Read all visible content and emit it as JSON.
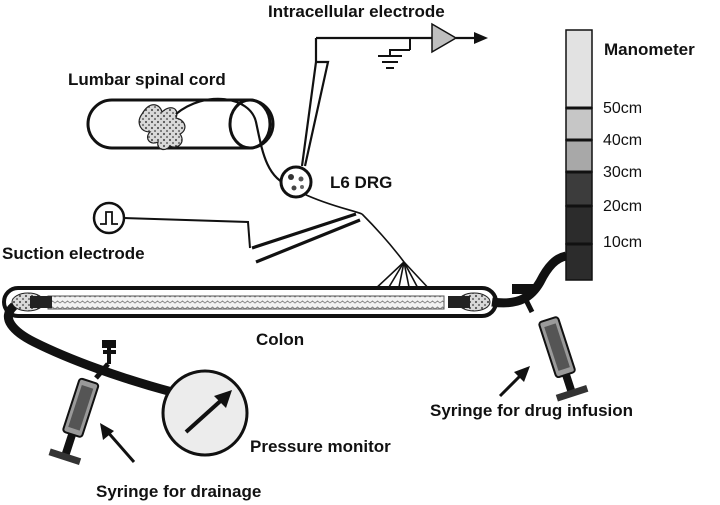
{
  "labels": {
    "intracellular_electrode": "Intracellular electrode",
    "lumbar_spinal_cord": "Lumbar spinal cord",
    "l6_drg": "L6 DRG",
    "suction_electrode": "Suction electrode",
    "colon": "Colon",
    "pressure_monitor": "Pressure monitor",
    "syringe_drainage": "Syringe for drainage",
    "syringe_infusion": "Syringe for drug infusion",
    "manometer": "Manometer"
  },
  "manometer_scale": [
    "50cm",
    "40cm",
    "30cm",
    "20cm",
    "10cm"
  ]
}
